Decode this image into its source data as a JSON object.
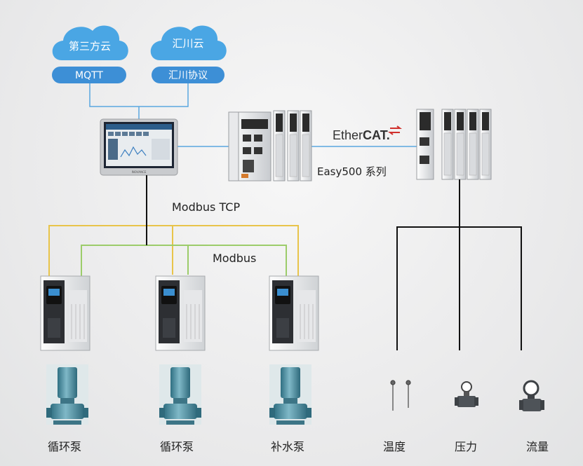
{
  "clouds": [
    {
      "label": "第三方云",
      "protocol": "MQTT"
    },
    {
      "label": "汇川云",
      "protocol": "汇川协议"
    }
  ],
  "hmi": {
    "brand": "INOVANCE"
  },
  "plc": {
    "series_label": "Easy500 系列"
  },
  "ethercat": {
    "prefix": "Ether",
    "suffix": "CAT."
  },
  "links": {
    "modbus_tcp": "Modbus TCP",
    "modbus": "Modbus"
  },
  "pumps": [
    {
      "label": "循环泵"
    },
    {
      "label": "循环泵"
    },
    {
      "label": "补水泵"
    }
  ],
  "sensors": [
    {
      "label": "温度",
      "icon": "thermometer-icon"
    },
    {
      "label": "压力",
      "icon": "pressure-transmitter-icon"
    },
    {
      "label": "流量",
      "icon": "flowmeter-icon"
    }
  ],
  "colors": {
    "cloud": "#4aa6e4",
    "pill": "#3d8fd6",
    "yellow_wire": "#e8c44a",
    "green_wire": "#9ccc6a",
    "blue_wire": "#5aa7e0",
    "black_wire": "#111111",
    "pump": "#4f8fa0"
  }
}
